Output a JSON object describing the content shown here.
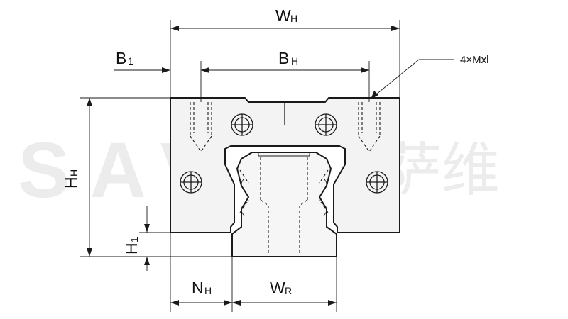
{
  "labels": {
    "wh": {
      "main": "W",
      "sub": "H"
    },
    "b1": {
      "main": "B",
      "sub": "1"
    },
    "bh": {
      "main": "B",
      "sub": "H"
    },
    "hh": {
      "main": "H",
      "sub": "H"
    },
    "h1": {
      "main": "H",
      "sub": "1"
    },
    "nh": {
      "main": "N",
      "sub": "H"
    },
    "wr": {
      "main": "W",
      "sub": "R"
    },
    "hole_callout": "4×Mxl"
  },
  "watermark": {
    "latin": "SAV",
    "cjk": "萨维"
  }
}
